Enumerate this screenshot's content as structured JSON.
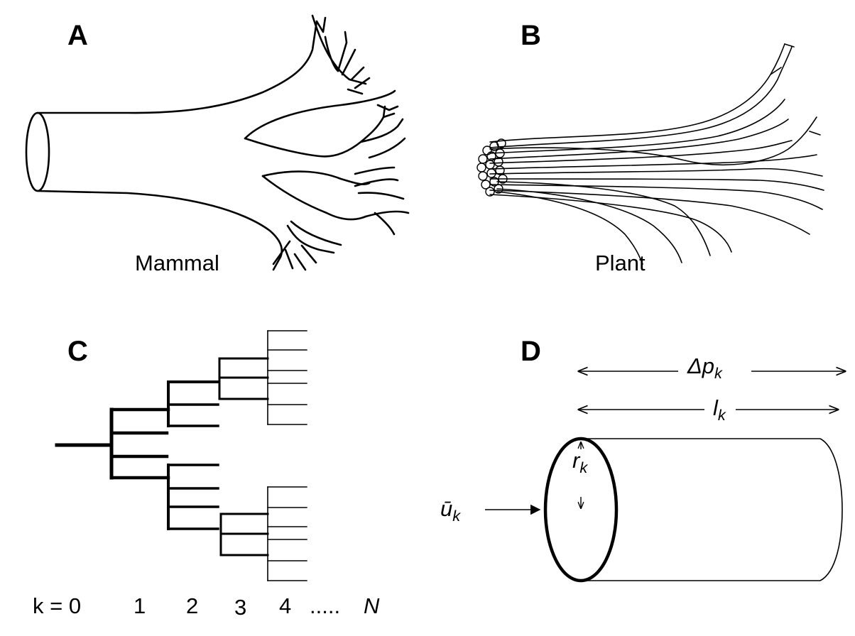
{
  "panels": {
    "a": {
      "letter": "A",
      "caption": "Mammal"
    },
    "b": {
      "letter": "B",
      "caption": "Plant"
    },
    "c": {
      "letter": "C",
      "level_axis": {
        "start": "k = 0",
        "ticks": [
          "1",
          "2",
          "3",
          "4"
        ],
        "dots": ".....",
        "end": "N"
      }
    },
    "d": {
      "letter": "D",
      "pressure": {
        "symbol": "Δp",
        "sub": "k"
      },
      "length": {
        "symbol": "l",
        "sub": "k"
      },
      "radius": {
        "symbol": "r",
        "sub": "k"
      },
      "velocity": {
        "symbol": "ū",
        "sub": "k"
      }
    }
  },
  "colors": {
    "ink": "#000000",
    "background": "#ffffff"
  }
}
